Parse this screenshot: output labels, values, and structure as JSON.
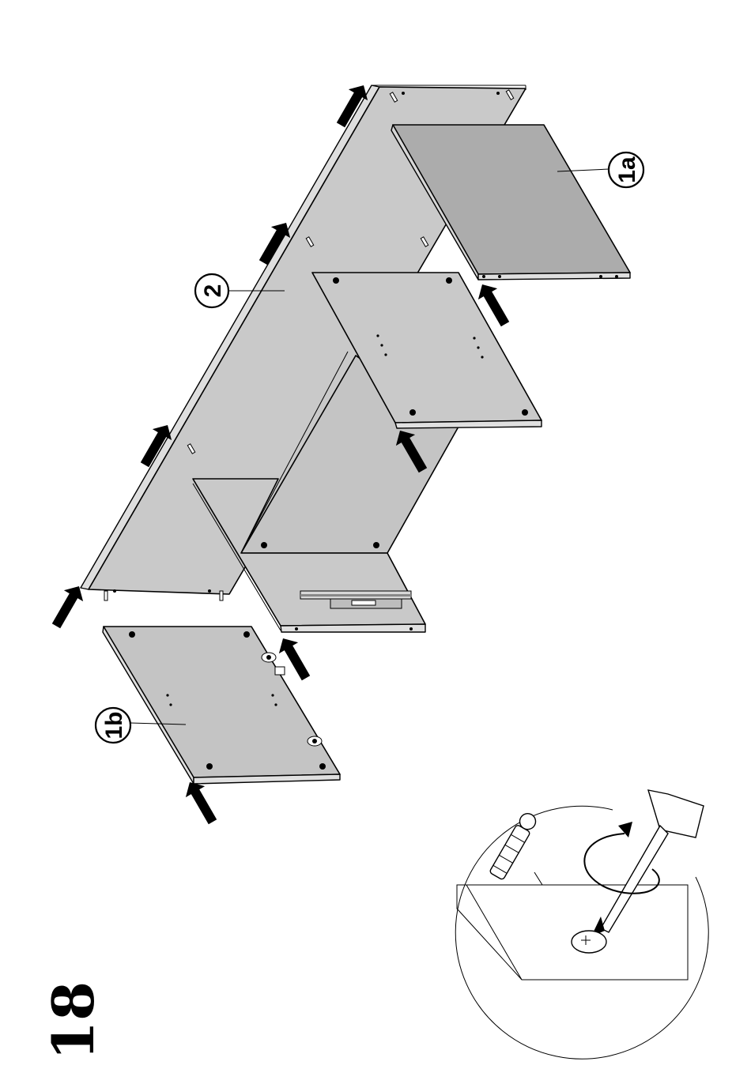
{
  "step": {
    "number": "18"
  },
  "parts": {
    "side_panel": {
      "label": "2"
    },
    "shelf_top": {
      "label": "1a"
    },
    "shelf_bottom": {
      "label": "1b"
    }
  },
  "colors": {
    "panel": "#c8c8c8",
    "panel_dark": "#a9a9a9",
    "edge": "#dcdcdc",
    "ink": "#000000"
  },
  "icons": {
    "press_arrow": "press-arrow-icon",
    "screwdriver": "screwdriver-icon",
    "rotate": "rotate-clockwise-icon"
  }
}
